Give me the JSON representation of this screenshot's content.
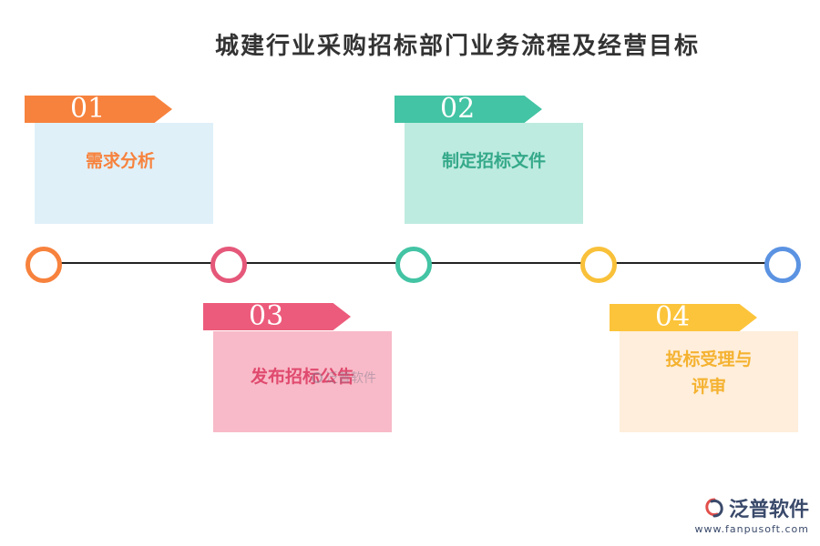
{
  "title": "城建行业采购招标部门业务流程及经营目标",
  "steps": [
    {
      "number": "01",
      "label": "需求分析",
      "color": "#F7823D",
      "bg": "#DFF0F9"
    },
    {
      "number": "02",
      "label": "制定招标文件",
      "color": "#43C4A4",
      "bg": "#BEEBE0"
    },
    {
      "number": "03",
      "label": "发布招标公告",
      "color": "#EC5B7B",
      "bg": "#F8BAC8"
    },
    {
      "number": "04",
      "label_line1": "投标受理与",
      "label_line2": "评审",
      "color": "#FCC43B",
      "bg": "#FEEEDB"
    }
  ],
  "nodes": [
    {
      "color": "#F7823D"
    },
    {
      "color": "#E5587A"
    },
    {
      "color": "#43C4A4"
    },
    {
      "color": "#F9C13A"
    },
    {
      "color": "#5B93E2"
    }
  ],
  "watermark": "泛普软件",
  "brand": {
    "name": "泛普软件",
    "url": "www.fanpusoft.com"
  }
}
